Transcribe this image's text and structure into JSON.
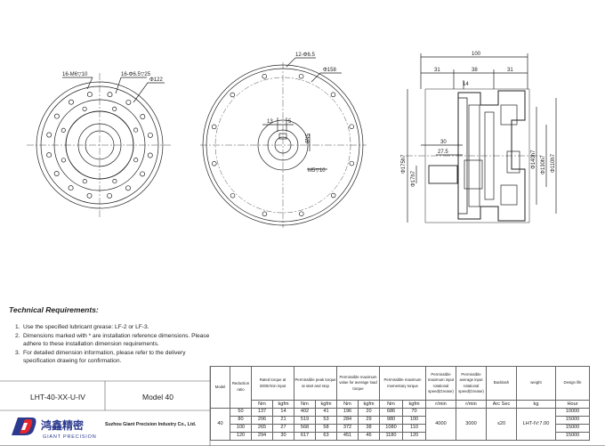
{
  "drawing": {
    "left_view": {
      "callout_top": "16-M6▽10",
      "callout_right": "16-Φ6.5▽25",
      "dia": "Φ122"
    },
    "middle_view": {
      "callout_holes": "12-Φ6.5",
      "dia": "Φ158",
      "dim_13": "13",
      "dim_5": "5",
      "key_depth": "5N9",
      "thread": "M5▽10"
    },
    "right_view": {
      "width_100": "100",
      "d31a": "31",
      "d38": "38",
      "d31b": "31",
      "d14": "14",
      "d30": "30",
      "d27_5": "27.5",
      "d_175": "Φ175h7",
      "d_17": "Φ17h7",
      "d_140": "Φ140h7",
      "d_130": "Φ130h7",
      "d_110": "Φ110h7"
    }
  },
  "tech": {
    "title": "Technical Requirements:",
    "items": [
      {
        "num": "1.",
        "text": "Use the specified lubricant grease: LF-2 or LF-3."
      },
      {
        "num": "2.",
        "text": "Dimensions marked with * are installation reference dimensions. Please adhere to these installation dimension requirements."
      },
      {
        "num": "3.",
        "text": "For detailed dimension information, please refer to the delivery specification drawing for confirmation."
      }
    ]
  },
  "title_block": {
    "model_code": "LHT-40-XX-U-IV",
    "model_name": "Model 40",
    "company": "Suzhou Giant Precision Industry Co., Ltd.",
    "logo_cn": "鸿鑫精密",
    "logo_en": "GIANT PRECISION"
  },
  "table": {
    "headers": {
      "model": "Model",
      "ratio": "Reduction ratio",
      "rated": "Rated torque at 2000r/min input",
      "peak": "Permissible peak torque at start and stop",
      "avg": "Permissible maximum value for average load torque",
      "moment": "Permissible maximum momentary torque",
      "max_speed": "Permissible maximum input rotational speed(Grease)",
      "avg_speed": "Permissible average input rotational speed(Grease)",
      "backlash": "Backlash",
      "weight": "weight",
      "life": "Design life"
    },
    "units": {
      "nm1": "Nm",
      "kgfm1": "kgfm",
      "nm2": "Nm",
      "kgfm2": "kgfm",
      "nm3": "Nm",
      "kgfm3": "kgfm",
      "nm4": "Nm",
      "kgfm4": "kgfm",
      "rmin1": "r/min",
      "rmin2": "r/min",
      "arcsec": "Arc Sec",
      "kg": "kg",
      "hour": "Hour"
    },
    "model_val": "40",
    "max_speed_val": "4000",
    "avg_speed_val": "3000",
    "backlash_val": "≤20",
    "weight_val": "LHT-IV:7.00",
    "rows": [
      {
        "ratio": "50",
        "r_nm": "137",
        "r_kg": "14",
        "p_nm": "402",
        "p_kg": "41",
        "a_nm": "196",
        "a_kg": "20",
        "m_nm": "686",
        "m_kg": "70",
        "life": "10000"
      },
      {
        "ratio": "80",
        "r_nm": "206",
        "r_kg": "21",
        "p_nm": "519",
        "p_kg": "53",
        "a_nm": "284",
        "a_kg": "29",
        "m_nm": "980",
        "m_kg": "100",
        "life": "15000"
      },
      {
        "ratio": "100",
        "r_nm": "265",
        "r_kg": "27",
        "p_nm": "568",
        "p_kg": "58",
        "a_nm": "372",
        "a_kg": "38",
        "m_nm": "1080",
        "m_kg": "110",
        "life": "15000"
      },
      {
        "ratio": "120",
        "r_nm": "294",
        "r_kg": "30",
        "p_nm": "617",
        "p_kg": "63",
        "a_nm": "451",
        "a_kg": "46",
        "m_nm": "1180",
        "m_kg": "120",
        "life": "15000"
      }
    ]
  }
}
